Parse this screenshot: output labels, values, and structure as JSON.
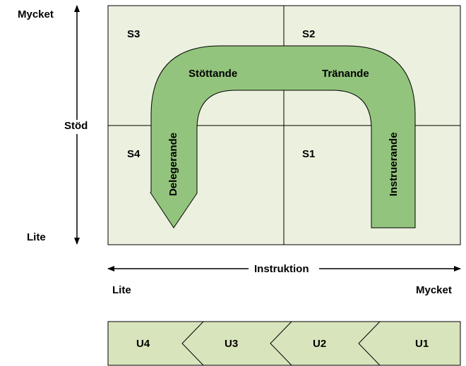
{
  "axes": {
    "y_title": "Stöd",
    "y_high": "Mycket",
    "y_low": "Lite",
    "x_title": "Instruktion",
    "x_low": "Lite",
    "x_high": "Mycket"
  },
  "quadrants": {
    "s1": "S1",
    "s2": "S2",
    "s3": "S3",
    "s4": "S4"
  },
  "styles": {
    "instruerande": "Instruerande",
    "tranande": "Tränande",
    "stottande": "Stöttande",
    "delegerande": "Delegerande"
  },
  "development": {
    "u1": "U1",
    "u2": "U2",
    "u3": "U3",
    "u4": "U4"
  },
  "colors": {
    "quadrant_fill": "#ebf1de",
    "curve_fill": "#93c47d",
    "bar_fill": "#d8e4bc",
    "stroke": "#000000"
  }
}
